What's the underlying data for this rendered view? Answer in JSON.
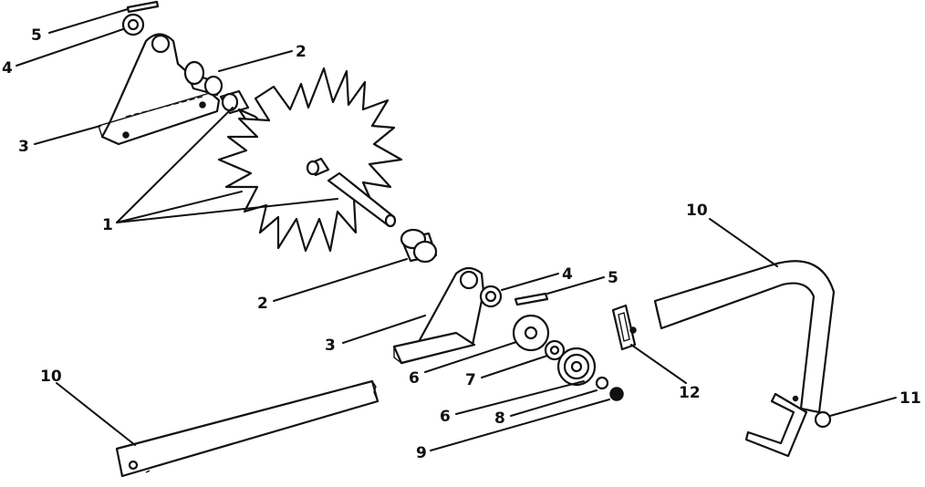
{
  "diagram": {
    "callouts": [
      {
        "id": "c5a",
        "text": "5"
      },
      {
        "id": "c4a",
        "text": "4"
      },
      {
        "id": "c2a",
        "text": "2"
      },
      {
        "id": "c3a",
        "text": "3"
      },
      {
        "id": "c1",
        "text": "1"
      },
      {
        "id": "c2b",
        "text": "2"
      },
      {
        "id": "c4b",
        "text": "4"
      },
      {
        "id": "c5b",
        "text": "5"
      },
      {
        "id": "c3b",
        "text": "3"
      },
      {
        "id": "c6a",
        "text": "6"
      },
      {
        "id": "c7",
        "text": "7"
      },
      {
        "id": "c6b",
        "text": "6"
      },
      {
        "id": "c8",
        "text": "8"
      },
      {
        "id": "c9",
        "text": "9"
      },
      {
        "id": "c12",
        "text": "12"
      },
      {
        "id": "c10a",
        "text": "10"
      },
      {
        "id": "c10b",
        "text": "10"
      },
      {
        "id": "c11",
        "text": "11"
      }
    ]
  }
}
